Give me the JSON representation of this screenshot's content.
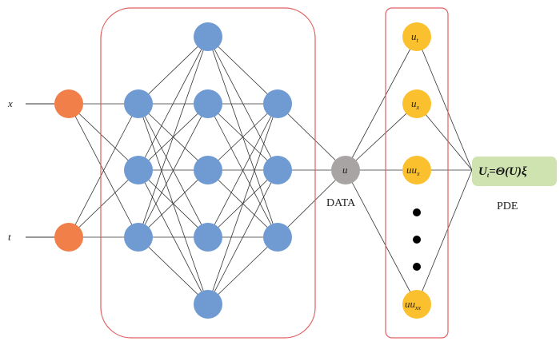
{
  "inputs": [
    "x",
    "t"
  ],
  "hidden_layers": [
    3,
    5,
    3
  ],
  "output": {
    "label": "u",
    "caption": "DATA"
  },
  "library_terms": [
    {
      "base": "u",
      "sub": "t"
    },
    {
      "base": "u",
      "sub": "x"
    },
    {
      "base": "uu",
      "sub": "x"
    },
    {
      "base": "uu",
      "sub": "xx"
    }
  ],
  "pde": {
    "equation": {
      "lhs_base": "U",
      "lhs_sub": "t",
      "rhs": "=Θ(U)ξ"
    },
    "caption": "PDE"
  },
  "colors": {
    "input_node": "#f07f4a",
    "hidden_node": "#6f9bd2",
    "output_node": "#a9a4a4",
    "library_node": "#fbc02d",
    "pde_box": "#cfe3b0",
    "frame": "#e06060",
    "edge": "#333333"
  }
}
